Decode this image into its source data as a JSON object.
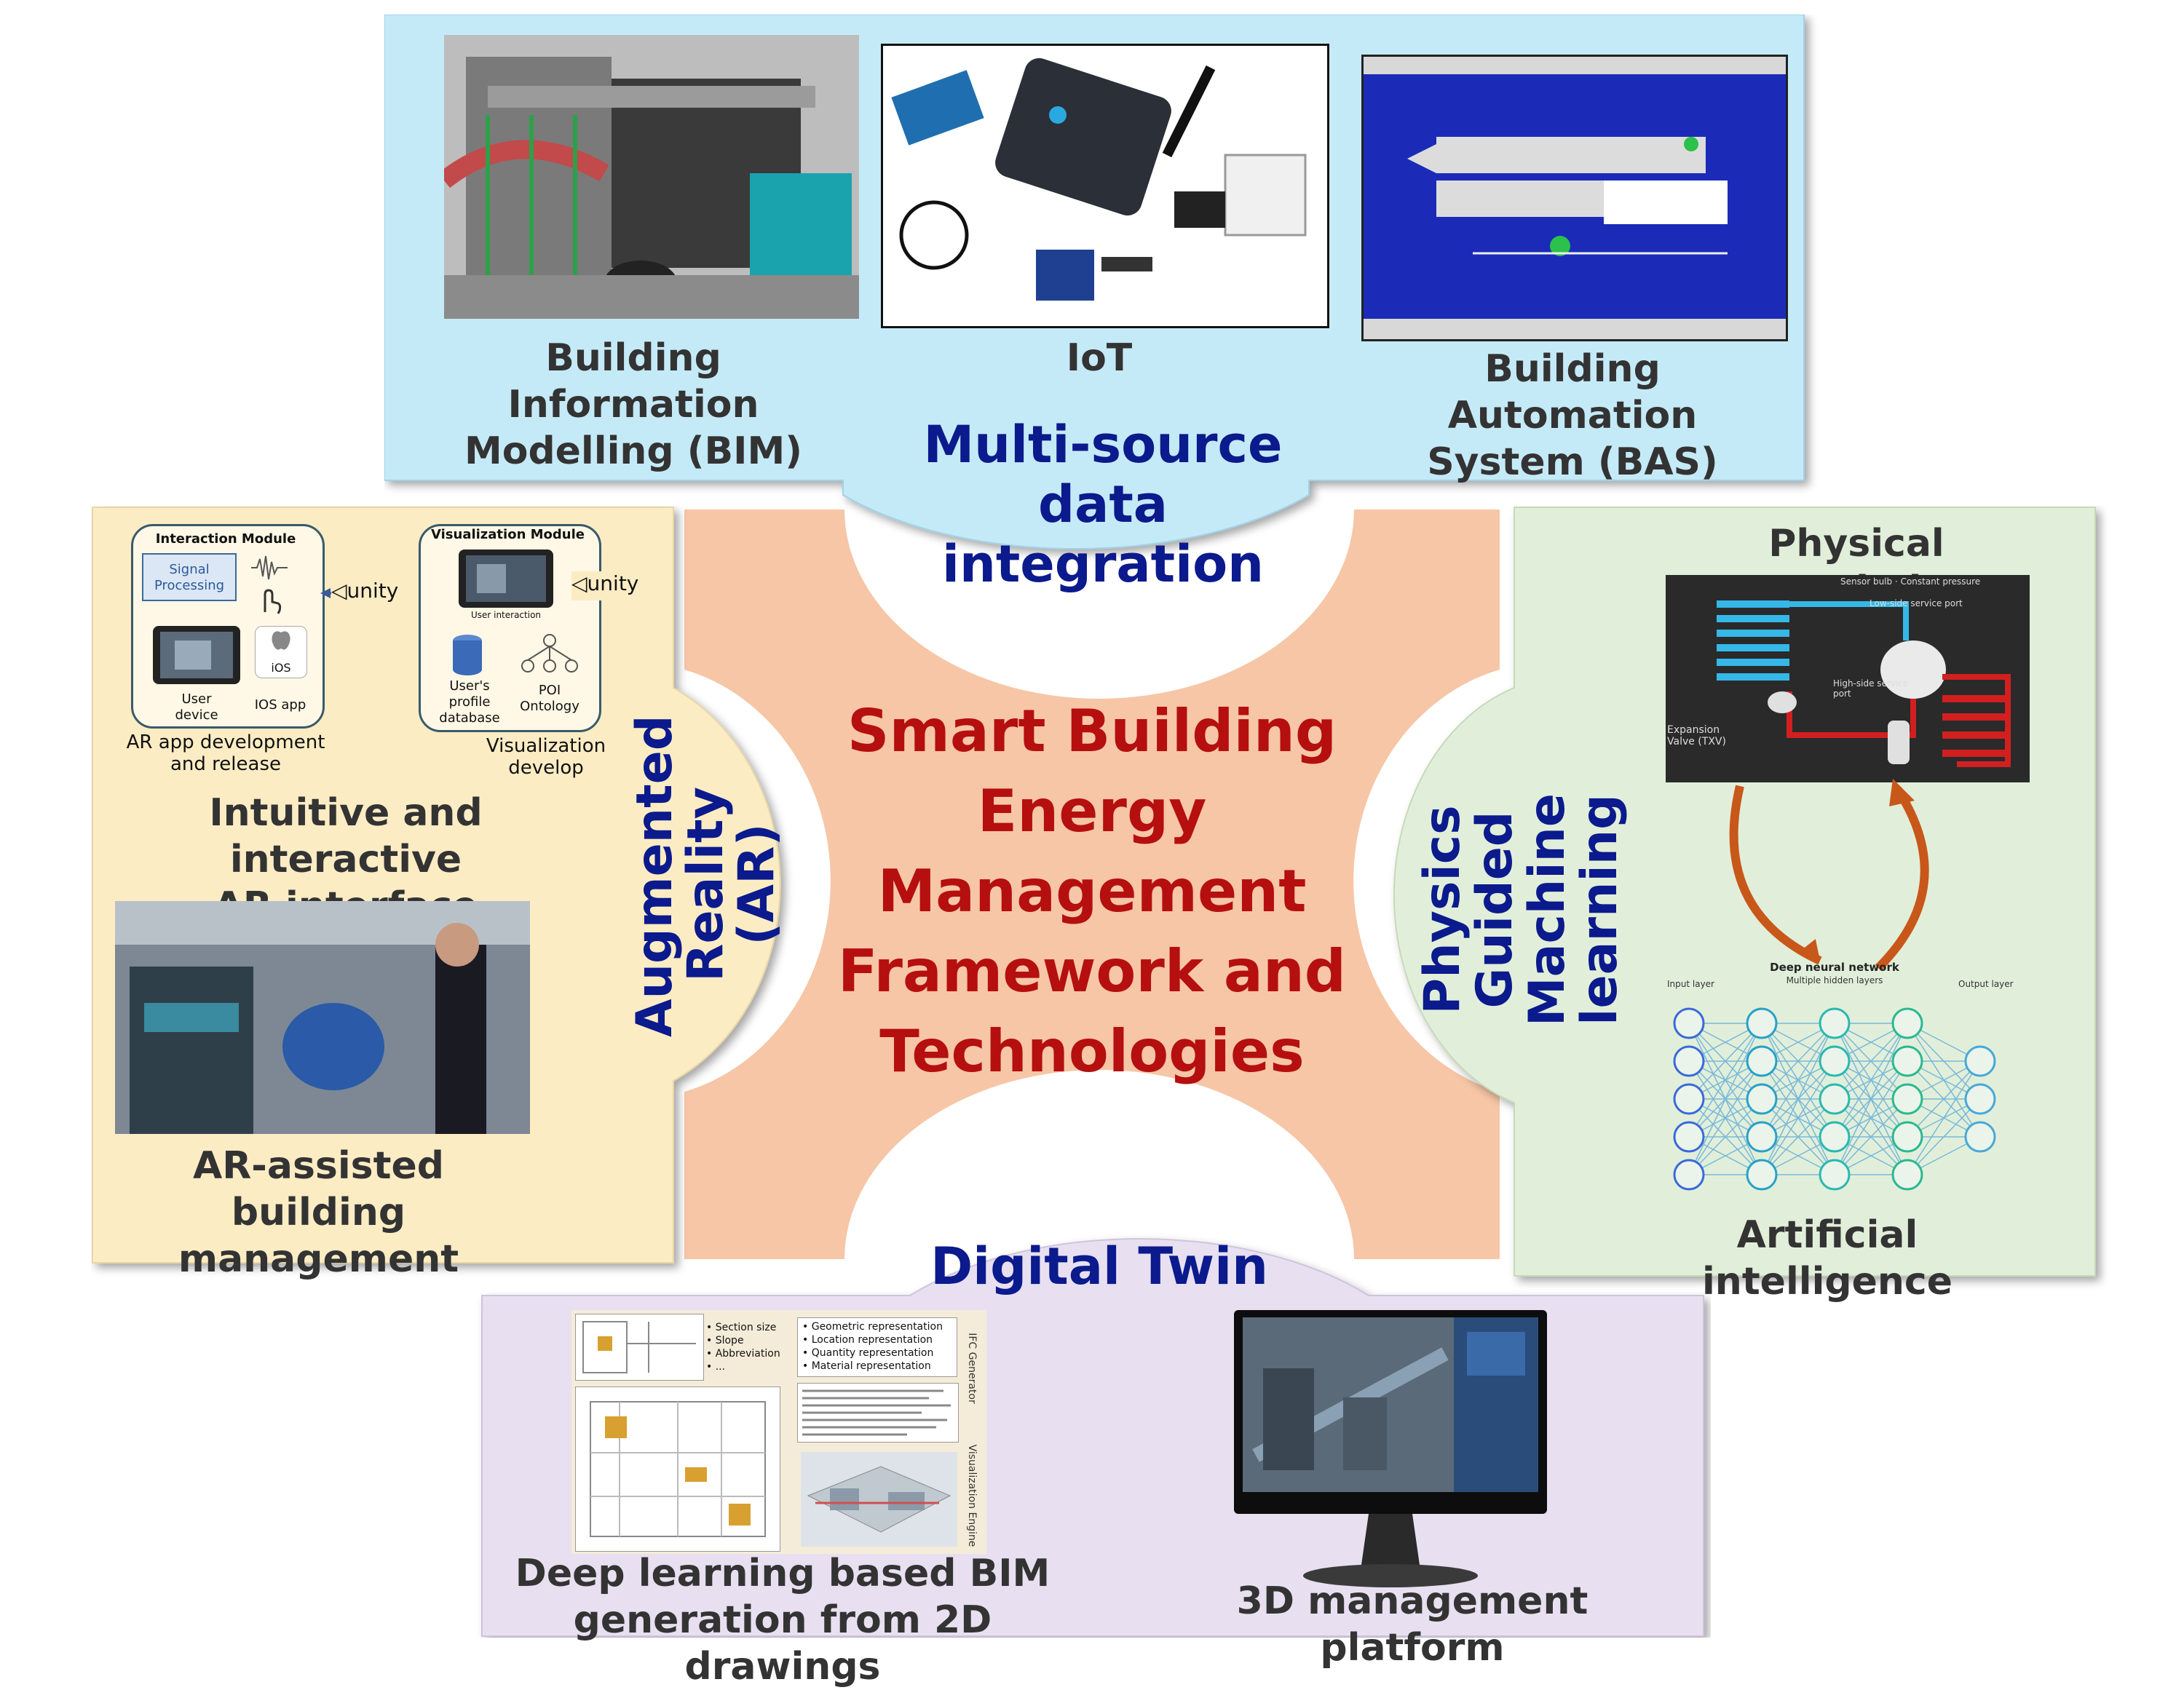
{
  "center": {
    "title_lines": [
      "Smart Building",
      "Energy",
      "Management",
      "Framework and",
      "Technologies"
    ]
  },
  "top": {
    "heading_lines": [
      "Multi-source",
      "data",
      "integration"
    ],
    "bim_lines": [
      "Building Information",
      "Modelling (BIM)"
    ],
    "iot": "IoT",
    "bas_lines": [
      "Building Automation",
      "System (BAS)"
    ]
  },
  "left": {
    "heading_lines": [
      "Augmented",
      "Reality",
      "(AR)"
    ],
    "interaction_module": "Interaction Module",
    "signal_processing": "Signal Processing",
    "user_device": "User device",
    "ios_app": "IOS app",
    "ios_logo": "iOS",
    "unity": "unity",
    "visualization_module": "Visualization  Module",
    "user_interaction": "User interaction",
    "profile_db": "User's profile database",
    "poi": "POI Ontology",
    "ar_app_lines": [
      "AR app development",
      "and release"
    ],
    "vis_develop_lines": [
      "Visualization",
      "develop"
    ],
    "intuitive_lines": [
      "Intuitive and interactive",
      "AR interface"
    ],
    "assisted_lines": [
      "AR-assisted building",
      "management"
    ]
  },
  "right": {
    "heading_lines": [
      "Physics",
      "Guided",
      "Machine learning"
    ],
    "physical": "Physical Knowledge",
    "sensor_bulb": "Sensor bulb · Constant pressure",
    "low_side": "Low-side service port",
    "high_side": "High-side service port",
    "expansion": "Expansion Valve (TXV)",
    "dnn": "Deep neural network",
    "hidden": "Multiple hidden layers",
    "input_layer": "Input layer",
    "output_layer": "Output layer",
    "ai": "Artificial intelligence"
  },
  "bottom": {
    "heading": "Digital Twin",
    "bullets_a": [
      "Section size",
      "Slope",
      "Abbreviation",
      "..."
    ],
    "bullets_b": [
      "Geometric representation",
      "Location representation",
      "Quantity representation",
      "Material representation"
    ],
    "ifc": "IFC Generator",
    "vis_engine": "Visualization Engine",
    "dl_lines": [
      "Deep learning based BIM",
      "generation  from 2D drawings"
    ],
    "platform": "3D management platform"
  },
  "colors": {
    "center": "#f6c6a6",
    "top": "#c5eaf7",
    "left": "#fcecc4",
    "right": "#e1efda",
    "bottom": "#e8e0f1",
    "navy": "#0b1a8c",
    "red": "#b50f0f"
  }
}
